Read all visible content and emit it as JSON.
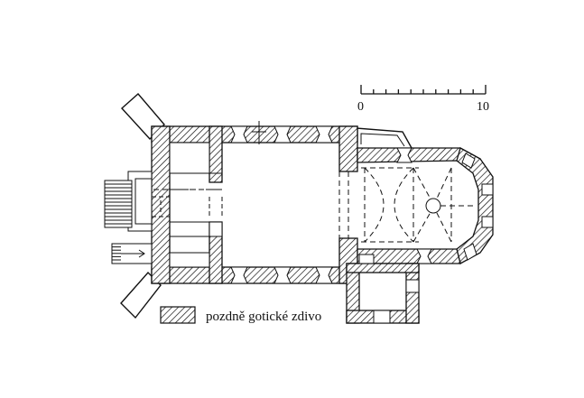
{
  "scale": {
    "label_start": "0",
    "label_end": "10",
    "divisions": 10
  },
  "legend": {
    "label": "pozdně gotické zdivo"
  },
  "colors": {
    "ink": "#111111",
    "background": "#ffffff"
  }
}
